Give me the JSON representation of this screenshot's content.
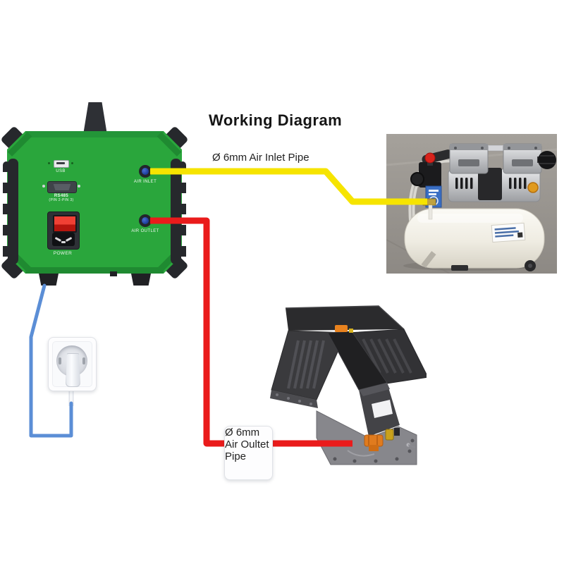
{
  "title": "Working Diagram",
  "pipes": {
    "inlet_label": "Ø 6mm Air Inlet Pipe",
    "outlet_label": "Ø 6mm Air Oultet Pipe"
  },
  "device": {
    "labels": {
      "usb": "USB",
      "rs485": "RS485",
      "rs485_pins": "(PIN 2-PIN 3)",
      "power": "POWER",
      "air_inlet": "AIR INLET",
      "air_outlet": "AIR OUTLET"
    }
  },
  "colors": {
    "device_green": "#2aa63c",
    "inlet_pipe_yellow": "#f6e400",
    "outlet_pipe_red": "#ea1b1b",
    "power_wire_blue": "#5b8ed6",
    "port_blue": "#1d3e9c"
  },
  "photos": {
    "top_right": "air-compressor",
    "bottom_center": "ev-battery-pack"
  }
}
